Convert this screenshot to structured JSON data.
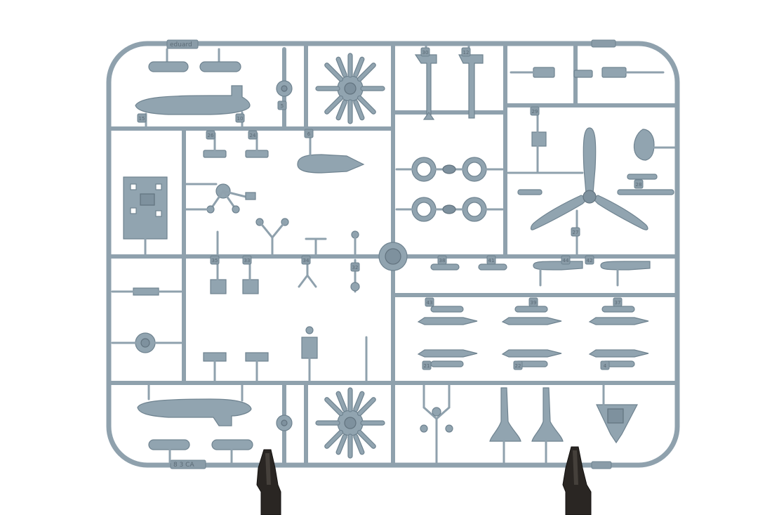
{
  "photo": {
    "subject": "plastic model kit sprue frame",
    "colors": {
      "background": "#ffffff",
      "plastic": "#91a4b0",
      "plastic_shadow": "#6f8390",
      "stand": "#2a2623"
    }
  },
  "sprue": {
    "maker_mark": "eduard",
    "sprue_tag": "8 3 CA",
    "part_number_tags": [
      "15",
      "10",
      "5",
      "6",
      "26",
      "24",
      "30",
      "12",
      "29",
      "28",
      "27",
      "35",
      "33",
      "34",
      "32",
      "38",
      "41",
      "44",
      "42",
      "43",
      "39",
      "37",
      "21",
      "22",
      "4"
    ]
  }
}
